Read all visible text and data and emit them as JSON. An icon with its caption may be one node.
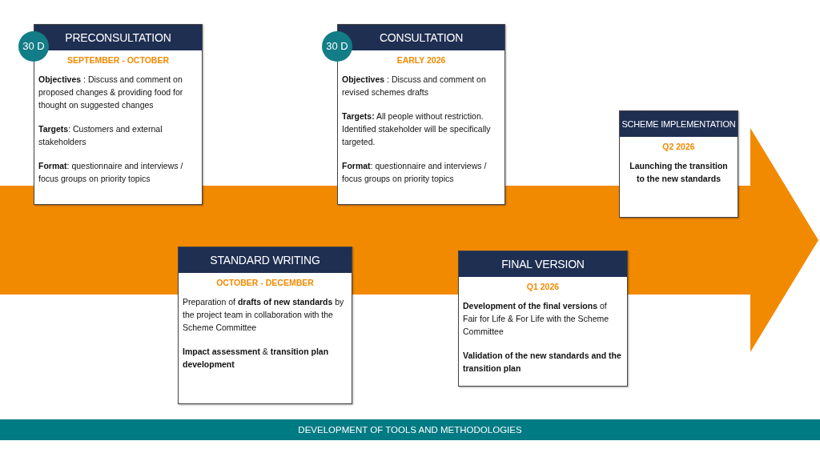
{
  "diagram": {
    "nodes": [
      {
        "text": [
          "PRECONSULTATION",
          "SEPTEMBER - OCTOBER",
          "**Objectives** : Discuss and comment on proposed changes & providing food for thought on suggested changes",
          "**Targets**: Customers and external stakeholders",
          "**Format**: questionnaire and interviews / focus groups on priority topics"
        ],
        "beside": [
          "30 D"
        ]
      },
      {
        "text": [
          "STANDARD WRITING",
          "OCTOBER - DECEMBER",
          "Preparation of **drafts of new standards** by the project team in collaboration with the Scheme Committee",
          "**Impact assessment** & **transition plan development**"
        ]
      },
      {
        "text": [
          "CONSULTATION",
          "EARLY 2026",
          "**Objectives** : Discuss and comment on revised schemes drafts",
          "**Targets:** All people without restriction. Identified stakeholder will be specifically targeted.",
          "**Format**: questionnaire and interviews / focus groups on priority topics"
        ],
        "beside": [
          "30 D"
        ]
      },
      {
        "text": [
          "FINAL VERSION",
          "Q1 2026",
          "**Development of the final versions** of Fair for Life & For Life with the Scheme Committee",
          "**Validation of the new standards and the transition plan**"
        ]
      },
      {
        "text": [
          "SCHEME IMPLEMENTATION",
          "Q2 2026",
          "Launching the transition to the new standards"
        ]
      },
      {
        "text": [
          "DEVELOPMENT OF TOOLS AND METHODOLOGIES"
        ]
      }
    ],
    "edges": []
  }
}
